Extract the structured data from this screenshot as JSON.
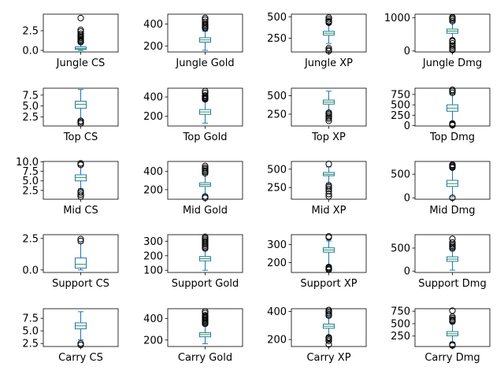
{
  "figure": {
    "background": "#ffffff"
  },
  "style": {
    "box_color": "#1f77b4",
    "median_color": "#2ca02c",
    "whisker_color": "#1f77b4",
    "flier_color": "#000000"
  },
  "chart_data": [
    {
      "type": "box",
      "xlabel": "Jungle CS",
      "yticks": [
        0.0,
        2.5
      ],
      "ytick_labels": [
        "0.0",
        "2.5"
      ],
      "ylim": [
        -0.2,
        4.6
      ],
      "box": {
        "whislo": 0.0,
        "q1": 0.12,
        "med": 0.25,
        "q3": 0.45,
        "whishi": 0.95
      },
      "fliers": [
        1.05,
        1.15,
        1.3,
        1.45,
        1.6,
        1.75,
        1.9,
        2.1,
        2.4,
        2.6,
        4.1
      ]
    },
    {
      "type": "box",
      "xlabel": "Jungle Gold",
      "yticks": [
        200,
        400
      ],
      "ytick_labels": [
        "200",
        "400"
      ],
      "ylim": [
        145,
        490
      ],
      "box": {
        "whislo": 160,
        "q1": 235,
        "med": 255,
        "q3": 275,
        "whishi": 335
      },
      "fliers": [
        360,
        370,
        380,
        390,
        400,
        420,
        440,
        455
      ]
    },
    {
      "type": "box",
      "xlabel": "Jungle XP",
      "yticks": [
        250,
        500
      ],
      "ytick_labels": [
        "250",
        "500"
      ],
      "ylim": [
        90,
        530
      ],
      "box": {
        "whislo": 190,
        "q1": 285,
        "med": 308,
        "q3": 330,
        "whishi": 420
      },
      "fliers": [
        100,
        115,
        135,
        430,
        440,
        450,
        470,
        490
      ]
    },
    {
      "type": "box",
      "xlabel": "Jungle Dmg",
      "yticks": [
        0,
        1000
      ],
      "ytick_labels": [
        "0",
        "1000"
      ],
      "ylim": [
        -30,
        1110
      ],
      "box": {
        "whislo": 380,
        "q1": 535,
        "med": 600,
        "q3": 660,
        "whishi": 860
      },
      "fliers": [
        30,
        60,
        110,
        160,
        230,
        290,
        320,
        900,
        950,
        990,
        1020
      ]
    },
    {
      "type": "box",
      "xlabel": "Top CS",
      "yticks": [
        2.5,
        5.0,
        7.5
      ],
      "ytick_labels": [
        "2.5",
        "5.0",
        "7.5"
      ],
      "ylim": [
        0.4,
        9.1
      ],
      "box": {
        "whislo": 1.9,
        "q1": 4.5,
        "med": 5.4,
        "q3": 6.1,
        "whishi": 8.8
      },
      "fliers": [
        1.0,
        1.3,
        1.6
      ]
    },
    {
      "type": "box",
      "xlabel": "Top Gold",
      "yticks": [
        200,
        400
      ],
      "ytick_labels": [
        "200",
        "400"
      ],
      "ylim": [
        100,
        490
      ],
      "box": {
        "whislo": 130,
        "q1": 220,
        "med": 245,
        "q3": 270,
        "whishi": 360
      },
      "fliers": [
        375,
        385,
        395,
        405,
        415,
        440,
        460
      ]
    },
    {
      "type": "box",
      "xlabel": "Top XP",
      "yticks": [
        250,
        500
      ],
      "ytick_labels": [
        "250",
        "500"
      ],
      "ylim": [
        90,
        600
      ],
      "box": {
        "whislo": 290,
        "q1": 385,
        "med": 412,
        "q3": 440,
        "whishi": 560
      },
      "fliers": [
        160,
        190,
        210,
        230,
        250,
        270
      ]
    },
    {
      "type": "box",
      "xlabel": "Top Dmg",
      "yticks": [
        0,
        250,
        500,
        750
      ],
      "ytick_labels": [
        "0",
        "250",
        "500",
        "750"
      ],
      "ylim": [
        -10,
        900
      ],
      "box": {
        "whislo": 90,
        "q1": 345,
        "med": 420,
        "q3": 500,
        "whishi": 760
      },
      "fliers": [
        10,
        30,
        50,
        790,
        830,
        860
      ]
    },
    {
      "type": "box",
      "xlabel": "Mid CS",
      "yticks": [
        2.5,
        5.0,
        7.5,
        10.0
      ],
      "ytick_labels": [
        "2.5",
        "5.0",
        "7.5",
        "10.0"
      ],
      "ylim": [
        0.2,
        10.1
      ],
      "box": {
        "whislo": 2.9,
        "q1": 5.0,
        "med": 5.9,
        "q3": 6.6,
        "whishi": 8.9
      },
      "fliers": [
        0.9,
        1.4,
        1.9,
        2.3,
        9.2,
        9.6
      ]
    },
    {
      "type": "box",
      "xlabel": "Mid Gold",
      "yticks": [
        200,
        400
      ],
      "ytick_labels": [
        "200",
        "400"
      ],
      "ylim": [
        95,
        510
      ],
      "box": {
        "whislo": 140,
        "q1": 235,
        "med": 255,
        "q3": 275,
        "whishi": 370
      },
      "fliers": [
        110,
        125,
        380,
        395,
        410,
        425,
        440,
        460
      ]
    },
    {
      "type": "box",
      "xlabel": "Mid XP",
      "yticks": [
        250,
        500
      ],
      "ytick_labels": [
        "250",
        "500"
      ],
      "ylim": [
        90,
        605
      ],
      "box": {
        "whislo": 300,
        "q1": 410,
        "med": 430,
        "q3": 455,
        "whishi": 530
      },
      "fliers": [
        130,
        160,
        200,
        230,
        255,
        280,
        570
      ]
    },
    {
      "type": "box",
      "xlabel": "Mid Dmg",
      "yticks": [
        0,
        500
      ],
      "ytick_labels": [
        "0",
        "500"
      ],
      "ylim": [
        -30,
        770
      ],
      "box": {
        "whislo": 20,
        "q1": 240,
        "med": 300,
        "q3": 370,
        "whishi": 610
      },
      "fliers": [
        0,
        640,
        660,
        680,
        700
      ]
    },
    {
      "type": "box",
      "xlabel": "Support CS",
      "yticks": [
        0.0,
        2.5
      ],
      "ytick_labels": [
        "0.0",
        "2.5"
      ],
      "ylim": [
        -0.2,
        2.8
      ],
      "box": {
        "whislo": 0.0,
        "q1": 0.15,
        "med": 0.45,
        "q3": 0.95,
        "whishi": 2.1
      },
      "fliers": [
        2.3,
        2.45
      ]
    },
    {
      "type": "box",
      "xlabel": "Support Gold",
      "yticks": [
        100,
        200,
        300
      ],
      "ytick_labels": [
        "100",
        "200",
        "300"
      ],
      "ylim": [
        85,
        345
      ],
      "box": {
        "whislo": 100,
        "q1": 165,
        "med": 180,
        "q3": 195,
        "whishi": 240
      },
      "fliers": [
        250,
        260,
        270,
        280,
        290,
        300,
        310,
        320,
        330
      ]
    },
    {
      "type": "box",
      "xlabel": "Support XP",
      "yticks": [
        200,
        300
      ],
      "ytick_labels": [
        "200",
        "300"
      ],
      "ylim": [
        145,
        355
      ],
      "box": {
        "whislo": 185,
        "q1": 258,
        "med": 270,
        "q3": 282,
        "whishi": 320
      },
      "fliers": [
        160,
        165,
        170,
        175,
        340,
        345
      ]
    },
    {
      "type": "box",
      "xlabel": "Support Dmg",
      "yticks": [
        0,
        500
      ],
      "ytick_labels": [
        "0",
        "500"
      ],
      "ylim": [
        -30,
        790
      ],
      "box": {
        "whislo": 20,
        "q1": 210,
        "med": 260,
        "q3": 310,
        "whishi": 470
      },
      "fliers": [
        490,
        520,
        550,
        580,
        620,
        700
      ]
    },
    {
      "type": "box",
      "xlabel": "Carry CS",
      "yticks": [
        2.5,
        5.0,
        7.5
      ],
      "ytick_labels": [
        "2.5",
        "5.0",
        "7.5"
      ],
      "ylim": [
        1.9,
        9.4
      ],
      "box": {
        "whislo": 3.2,
        "q1": 5.4,
        "med": 6.0,
        "q3": 6.6,
        "whishi": 8.8
      },
      "fliers": [
        2.2,
        2.5
      ]
    },
    {
      "type": "box",
      "xlabel": "Carry Gold",
      "yticks": [
        200,
        400
      ],
      "ytick_labels": [
        "200",
        "400"
      ],
      "ylim": [
        140,
        490
      ],
      "box": {
        "whislo": 165,
        "q1": 230,
        "med": 250,
        "q3": 268,
        "whishi": 340
      },
      "fliers": [
        350,
        360,
        370,
        380,
        390,
        400,
        410,
        420,
        430,
        450,
        465
      ]
    },
    {
      "type": "box",
      "xlabel": "Carry XP",
      "yticks": [
        200,
        400
      ],
      "ytick_labels": [
        "200",
        "400"
      ],
      "ylim": [
        150,
        420
      ],
      "box": {
        "whislo": 225,
        "q1": 280,
        "med": 295,
        "q3": 310,
        "whishi": 360
      },
      "fliers": [
        165,
        190,
        200,
        210,
        215,
        370,
        380,
        390,
        400,
        410
      ]
    },
    {
      "type": "box",
      "xlabel": "Carry Dmg",
      "yticks": [
        250,
        500,
        750
      ],
      "ytick_labels": [
        "250",
        "500",
        "750"
      ],
      "ylim": [
        40,
        800
      ],
      "box": {
        "whislo": 130,
        "q1": 255,
        "med": 295,
        "q3": 340,
        "whishi": 520
      },
      "fliers": [
        60,
        80,
        540,
        560,
        580,
        610,
        640,
        760
      ]
    }
  ]
}
